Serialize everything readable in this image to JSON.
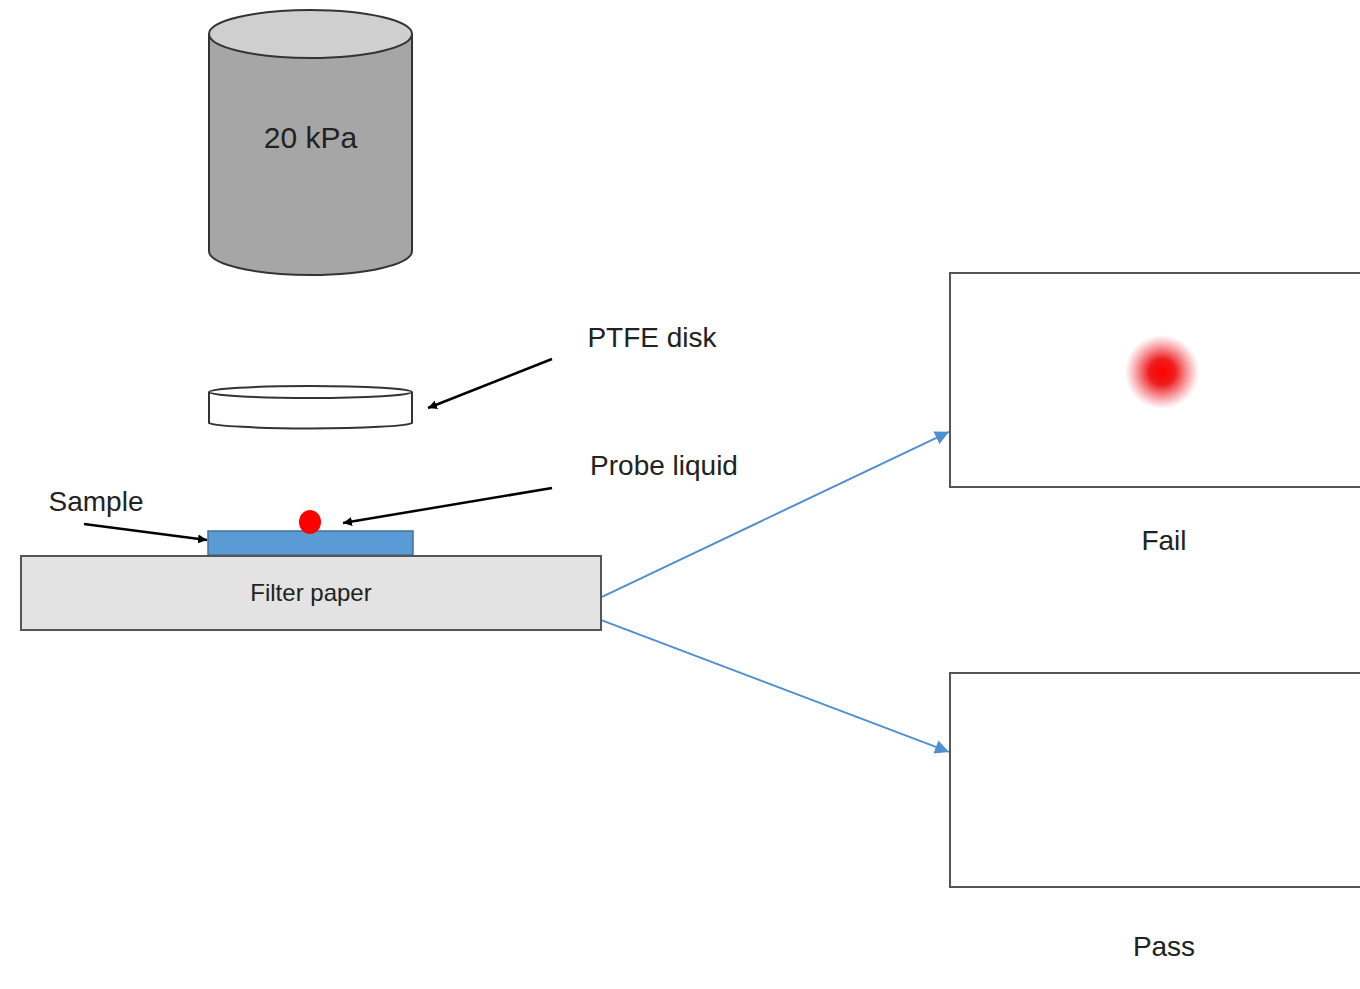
{
  "diagram": {
    "nodes": [
      {
        "text": [
          "20 kPa"
        ]
      },
      {
        "text": [
          "Filter paper"
        ]
      },
      {
        "text": [
          "Fail"
        ]
      },
      {
        "text": [
          "Pass"
        ]
      }
    ],
    "edges": [
      {
        "from": 1,
        "to": 2,
        "arrow": "to"
      },
      {
        "from": 1,
        "to": 3,
        "arrow": "to"
      }
    ],
    "labels": [
      "PTFE disk",
      "Probe liquid",
      "Sample"
    ]
  }
}
